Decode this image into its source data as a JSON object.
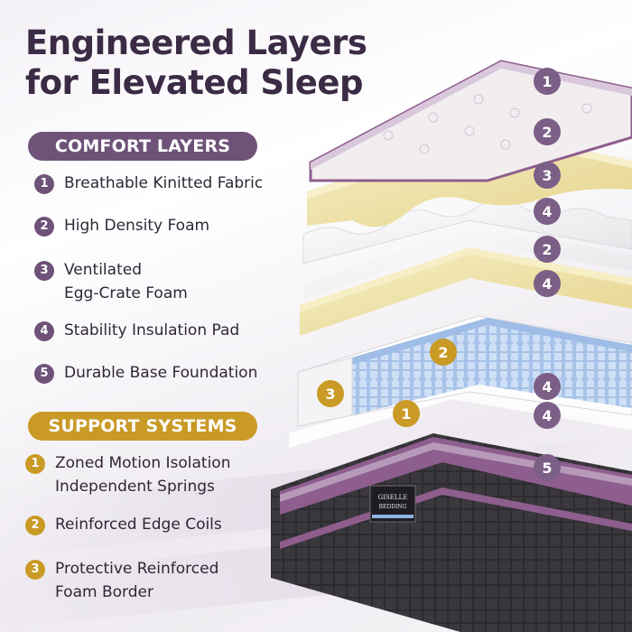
{
  "headline": {
    "line1": "Engineered Layers",
    "line2": "for Elevated Sleep"
  },
  "comfort": {
    "title": "COMFORT LAYERS",
    "items": [
      {
        "num": "1",
        "line1": "Breathable Kinitted Fabric",
        "line2": ""
      },
      {
        "num": "2",
        "line1": "High Density Foam",
        "line2": ""
      },
      {
        "num": "3",
        "line1": "Ventilated",
        "line2": "Egg-Crate Foam"
      },
      {
        "num": "4",
        "line1": "Stability Insulation Pad",
        "line2": ""
      },
      {
        "num": "5",
        "line1": "Durable Base Foundation",
        "line2": ""
      }
    ]
  },
  "support": {
    "title": "SUPPORT SYSTEMS",
    "items": [
      {
        "num": "1",
        "line1": "Zoned Motion Isolation",
        "line2": "Independent Springs"
      },
      {
        "num": "2",
        "line1": "Reinforced Edge Coils",
        "line2": ""
      },
      {
        "num": "3",
        "line1": "Protective Reinforced",
        "line2": "Foam Border"
      }
    ]
  },
  "illustration": {
    "labels": [
      "1",
      "2",
      "3",
      "4",
      "2",
      "4",
      "2",
      "3",
      "1",
      "4",
      "4",
      "5"
    ],
    "brand_line1": "GISELLE",
    "brand_line2": "BEDDING"
  },
  "colors": {
    "purple": "#6e5278",
    "gold": "#c99a25",
    "foam_yellow": "#efe3a8",
    "spring_blue": "#9fbde6",
    "base_dark": "#2f2d31",
    "base_trim": "#8e5e8e"
  }
}
